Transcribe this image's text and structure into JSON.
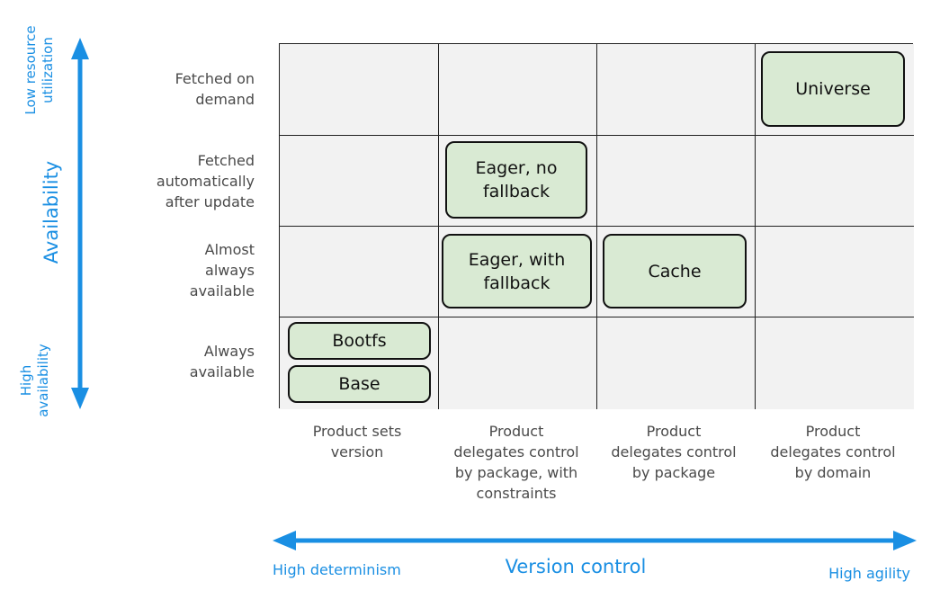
{
  "rows": [
    {
      "label_lines": [
        "Fetched on",
        "demand"
      ]
    },
    {
      "label_lines": [
        "Fetched",
        "automatically",
        "after update"
      ]
    },
    {
      "label_lines": [
        "Almost",
        "always",
        "available"
      ]
    },
    {
      "label_lines": [
        "Always",
        "available"
      ]
    }
  ],
  "columns": [
    {
      "label_lines": [
        "Product sets",
        "version"
      ]
    },
    {
      "label_lines": [
        "Product",
        "delegates control",
        "by package, with",
        "constraints"
      ]
    },
    {
      "label_lines": [
        "Product",
        "delegates control",
        "by package"
      ]
    },
    {
      "label_lines": [
        "Product",
        "delegates control",
        "by domain"
      ]
    }
  ],
  "boxes": {
    "universe": [
      "Universe"
    ],
    "eager_no_fallback": [
      "Eager, no",
      "fallback"
    ],
    "eager_with_fallback": [
      "Eager, with",
      "fallback"
    ],
    "cache": [
      "Cache"
    ],
    "bootfs": [
      "Bootfs"
    ],
    "base": [
      "Base"
    ]
  },
  "vertical_axis": {
    "title": "Availability",
    "top_end_lines": [
      "Low resource",
      "utilization"
    ],
    "bottom_end_lines": [
      "High",
      "availability"
    ]
  },
  "horizontal_axis": {
    "title": "Version control",
    "left_end": "High determinism",
    "right_end": "High agility"
  },
  "colors": {
    "accent": "#1a8fe3",
    "box_fill": "#d9ead3",
    "cell_fill": "#f2f2f2"
  }
}
